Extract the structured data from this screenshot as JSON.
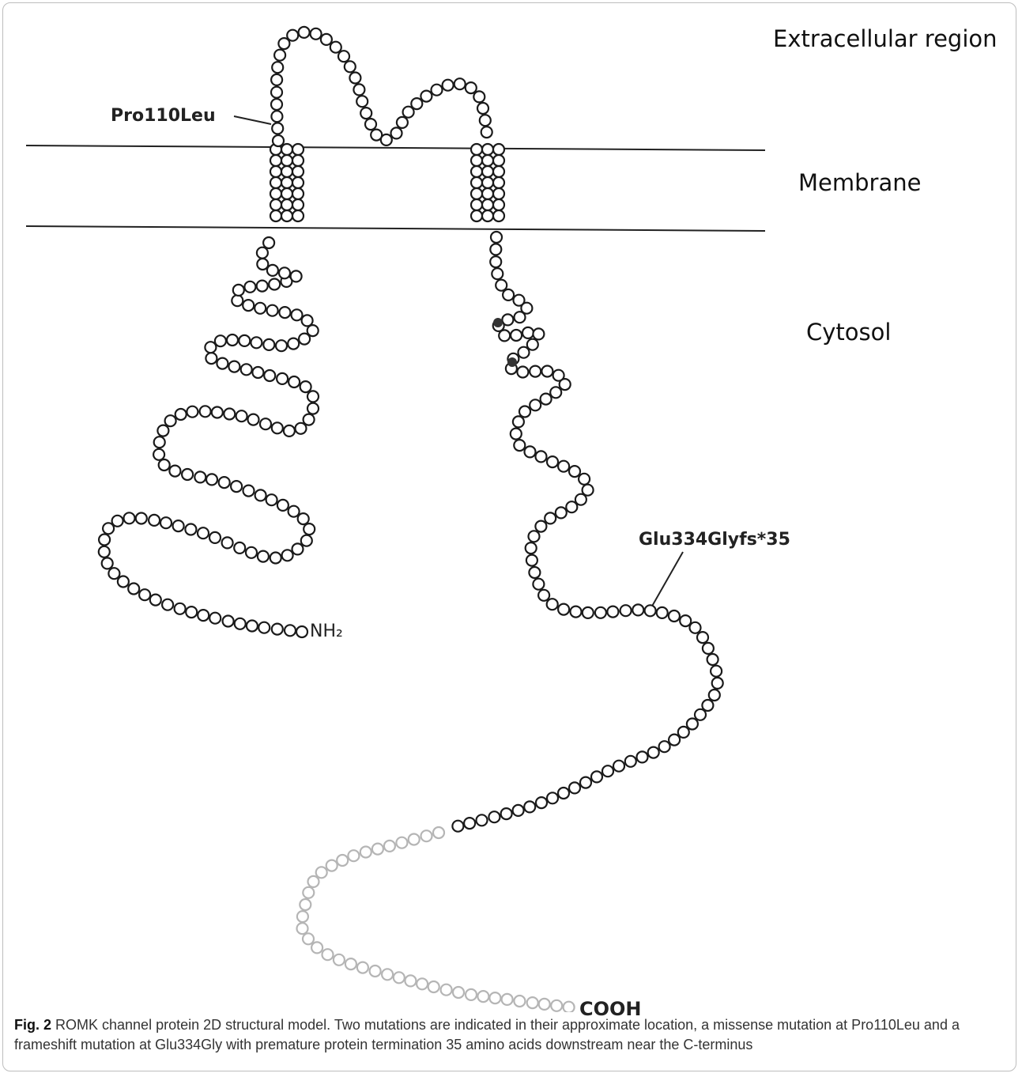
{
  "regions": {
    "extracellular": "Extracellular region",
    "membrane": "Membrane",
    "cytosol": "Cytosol"
  },
  "mutations": {
    "missense": "Pro110Leu",
    "frameshift": "Glu334Glyfs*35"
  },
  "termini": {
    "n_term": "NH₂",
    "c_term": "COOH"
  },
  "caption": {
    "label": "Fig. 2",
    "text": " ROMK channel protein 2D structural model. Two mutations are indicated in their approximate location, a missense mutation at Pro110Leu and a frameshift mutation at Glu334Gly with premature protein termination 35 amino acids downstream near the C-terminus"
  },
  "colors": {
    "residue_stroke": "#1a1a1a",
    "truncated_residue_stroke": "#b5b5b5",
    "membrane_line": "#222222"
  }
}
